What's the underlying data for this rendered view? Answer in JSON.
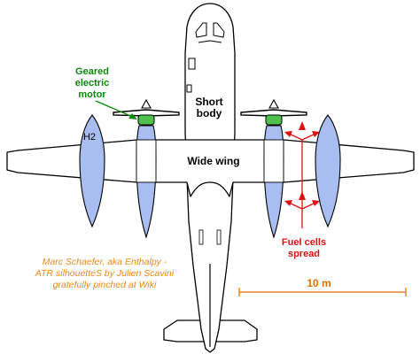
{
  "labels": {
    "geared_motor": [
      "Geared",
      "electric",
      "motor"
    ],
    "short_body": [
      "Short",
      "body"
    ],
    "wide_wing": "Wide wing",
    "h2": "H2",
    "fuel_cells": [
      "Fuel cells",
      "spread"
    ],
    "scale": "10 m"
  },
  "credit": {
    "lines": [
      "Marc Schaefer, aka Enthalpy -",
      "ATR silhouetteS by Julien Scavini",
      "gratefully pinched at Wiki"
    ]
  },
  "colors": {
    "outline": "#000000",
    "h2_tank": "#a8bdf0",
    "motor": "#0a8a0a",
    "fuel_cells_arrows": "#e01010",
    "scale_bar": "#e07000",
    "credit": "#e88a1a"
  }
}
